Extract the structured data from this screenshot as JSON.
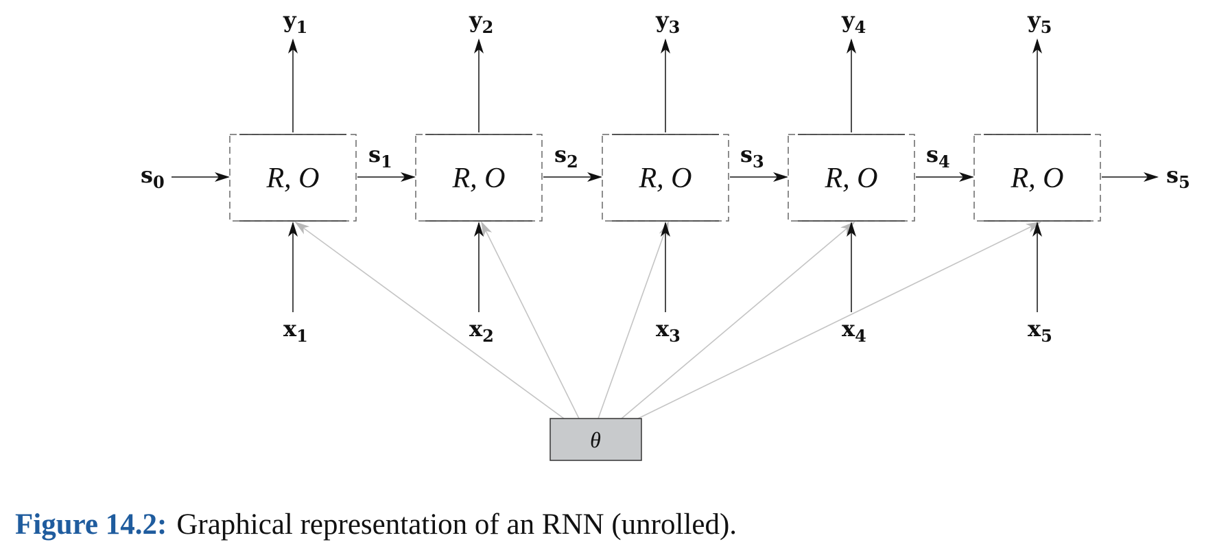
{
  "cell_label": "R, O",
  "theta_label": "θ",
  "state_labels": [
    {
      "base": "s",
      "sub": "0"
    },
    {
      "base": "s",
      "sub": "1"
    },
    {
      "base": "s",
      "sub": "2"
    },
    {
      "base": "s",
      "sub": "3"
    },
    {
      "base": "s",
      "sub": "4"
    },
    {
      "base": "s",
      "sub": "5"
    }
  ],
  "output_labels": [
    {
      "base": "y",
      "sub": "1"
    },
    {
      "base": "y",
      "sub": "2"
    },
    {
      "base": "y",
      "sub": "3"
    },
    {
      "base": "y",
      "sub": "4"
    },
    {
      "base": "y",
      "sub": "5"
    }
  ],
  "input_labels": [
    {
      "base": "x",
      "sub": "1"
    },
    {
      "base": "x",
      "sub": "2"
    },
    {
      "base": "x",
      "sub": "3"
    },
    {
      "base": "x",
      "sub": "4"
    },
    {
      "base": "x",
      "sub": "5"
    }
  ],
  "caption": {
    "figure": "Figure 14.2:",
    "text": "Graphical representation of an RNN (unrolled)."
  },
  "colors": {
    "ink": "#111111",
    "param_arrow": "#c4c4c4",
    "theta_fill": "#c8cacc",
    "caption_accent": "#1f5c9e"
  }
}
